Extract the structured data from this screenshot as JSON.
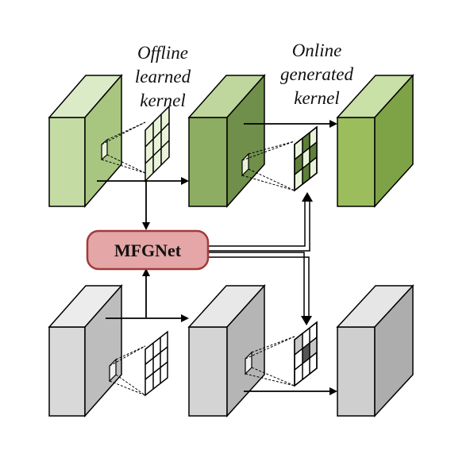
{
  "labels": {
    "offline_line1": "Offline",
    "offline_line2": "learned",
    "offline_line3": "kernel",
    "online_line1": "Online",
    "online_line2": "generated",
    "online_line3": "kernel",
    "network": "MFGNet"
  },
  "colors": {
    "green_block_1": "#c4dca4",
    "green_block_2": "#8cad62",
    "green_block_3": "#9bbd5c",
    "gray_block": "#d4d4d4",
    "network_fill": "#e4a6a6",
    "network_stroke": "#a33a3a",
    "kernel_light_green": "#e9f3d8",
    "kernel_dark_green": "#5f7f3a",
    "kernel_dark_gray": "#555555"
  }
}
